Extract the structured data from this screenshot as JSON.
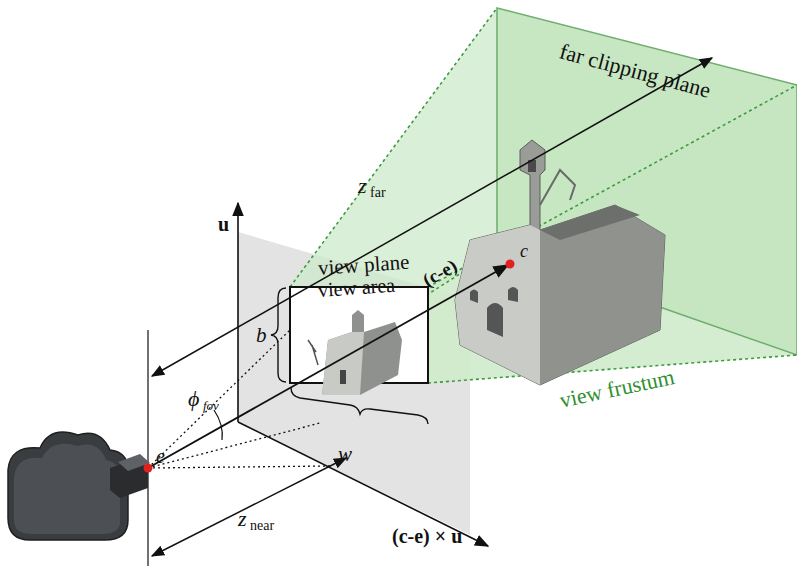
{
  "diagram": {
    "labels": [
      "far clipping plane",
      "z",
      "far",
      "u",
      "view plane",
      "view area",
      "(c-e)",
      "c",
      "b",
      "ϕ",
      "fov",
      "e",
      "w",
      "view frustum",
      "z",
      "near",
      "(c-e) × u"
    ]
  }
}
